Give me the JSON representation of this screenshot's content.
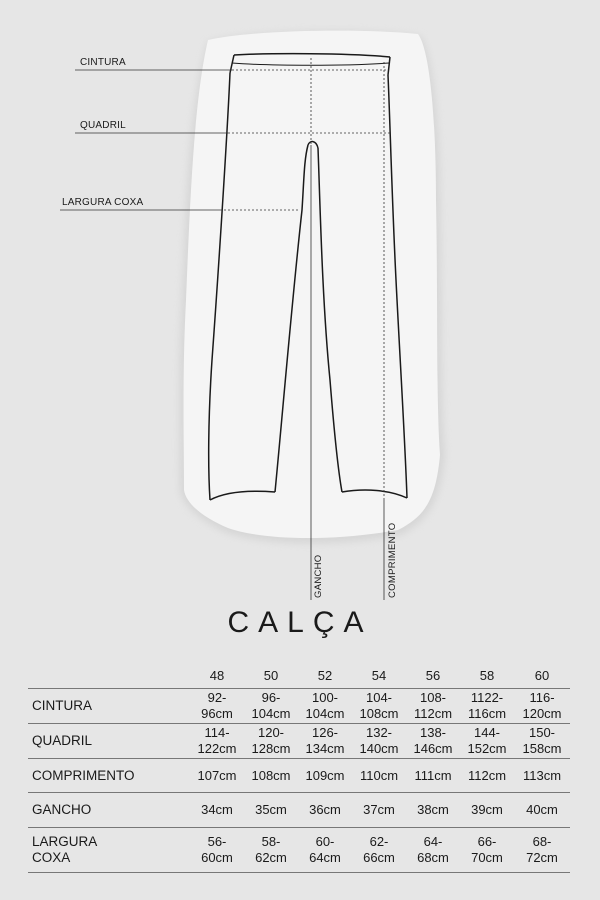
{
  "measure_labels": {
    "cintura": "CINTURA",
    "quadril": "QUADRIL",
    "largura_coxa": "LARGURA COXA",
    "gancho": "GANCHO",
    "comprimento": "COMPRIMENTO"
  },
  "title": "CALÇA",
  "table": {
    "sizes": [
      "48",
      "50",
      "52",
      "54",
      "56",
      "58",
      "60"
    ],
    "rows": [
      {
        "label": "CINTURA",
        "values": [
          "92-\n96cm",
          "96-\n104cm",
          "100-\n104cm",
          "104-\n108cm",
          "108-\n112cm",
          "1122-\n116cm",
          "116-\n120cm"
        ]
      },
      {
        "label": "QUADRIL",
        "values": [
          "114-\n122cm",
          "120-\n128cm",
          "126-\n134cm",
          "132-\n140cm",
          "138-\n146cm",
          "144-\n152cm",
          "150-\n158cm"
        ]
      },
      {
        "label": "COMPRIMENTO",
        "values": [
          "107cm",
          "108cm",
          "109cm",
          "110cm",
          "111cm",
          "112cm",
          "113cm"
        ]
      },
      {
        "label": "GANCHO",
        "values": [
          "34cm",
          "35cm",
          "36cm",
          "37cm",
          "38cm",
          "39cm",
          "40cm"
        ]
      },
      {
        "label": "LARGURA\nCOXA",
        "values": [
          "56-\n60cm",
          "58-\n62cm",
          "60-\n64cm",
          "62-\n66cm",
          "64-\n68cm",
          "66-\n70cm",
          "68-\n72cm"
        ]
      }
    ]
  }
}
